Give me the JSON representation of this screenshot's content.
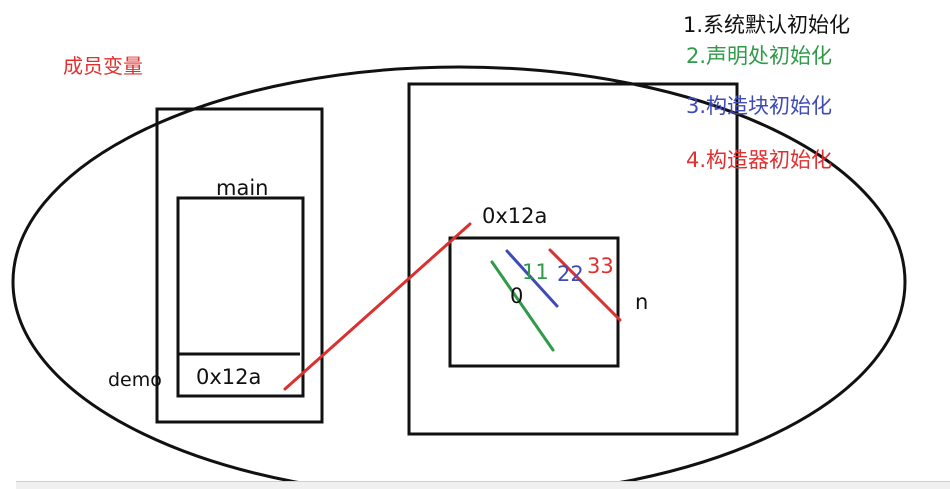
{
  "diagram": {
    "title": "成员变量",
    "init_order": [
      {
        "text": "1.系统默认初始化",
        "color": "#111111"
      },
      {
        "text": "2.声明处初始化",
        "color": "#2f9a4a"
      },
      {
        "text": "3.构造块初始化",
        "color": "#3f4bb8"
      },
      {
        "text": "4.构造器初始化",
        "color": "#e03030"
      }
    ],
    "stack": {
      "frame_label": "main",
      "var_label": "demo",
      "var_value": "0x12a"
    },
    "heap": {
      "address_label": "0x12a",
      "field_label": "n",
      "values": [
        {
          "text": "0",
          "color": "#111111"
        },
        {
          "text": "11",
          "color": "#2f9a4a"
        },
        {
          "text": "22",
          "color": "#3f4bb8"
        },
        {
          "text": "33",
          "color": "#e03030"
        }
      ]
    },
    "colors": {
      "outline": "#111111",
      "pointer": "#d93030",
      "green_stroke": "#2f9a4a",
      "blue_stroke": "#3f4bb8",
      "red_stroke": "#d93030"
    }
  }
}
